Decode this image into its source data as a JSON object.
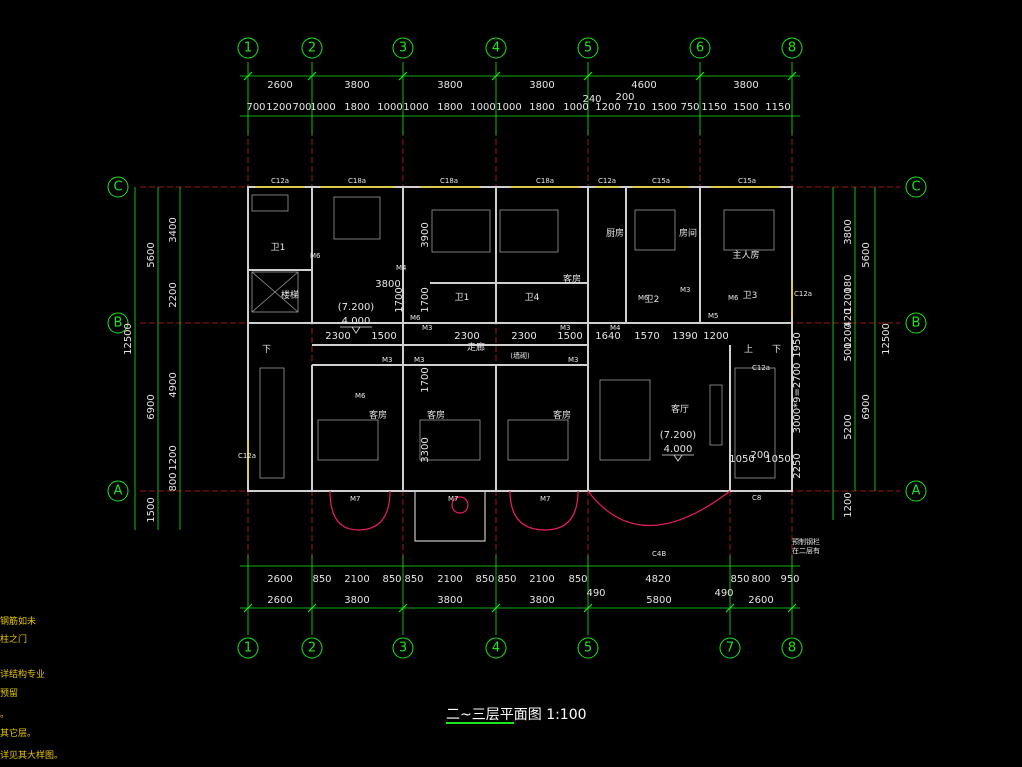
{
  "plan": {
    "title": "二~三层平面图",
    "scale": "1:100",
    "top_axes": [
      "1",
      "2",
      "3",
      "4",
      "5",
      "6",
      "8"
    ],
    "bottom_axes": [
      "1",
      "2",
      "3",
      "4",
      "5",
      "7",
      "8"
    ],
    "row_axes": [
      "C",
      "B",
      "A"
    ],
    "top_dims_main": [
      "2600",
      "3800",
      "3800",
      "3800",
      "4600",
      "3800"
    ],
    "top_dims_detail": [
      "700",
      "1200",
      "700",
      "1000",
      "1800",
      "1000",
      "1000",
      "1800",
      "1000",
      "1000",
      "1800",
      "1000",
      "1200",
      "710",
      "1500",
      "750",
      "1150",
      "1500",
      "1150"
    ],
    "top_dims_extra": [
      "240",
      "200"
    ],
    "bottom_dims_detail": [
      "2600",
      "850",
      "2100",
      "850",
      "850",
      "2100",
      "850",
      "850",
      "2100",
      "850",
      "4820",
      "850",
      "800",
      "950"
    ],
    "bottom_dims_main": [
      "2600",
      "3800",
      "3800",
      "3800",
      "5800",
      "2600"
    ],
    "bottom_dims_extra": [
      "490",
      "490"
    ],
    "left_dims_outer": [
      "12500"
    ],
    "left_dims_mid": [
      "5600",
      "6900",
      "1500"
    ],
    "left_dims_inner": [
      "3400",
      "2200",
      "4900",
      "1200",
      "800"
    ],
    "right_dims_outer": [
      "12500"
    ],
    "right_dims_mid": [
      "5600",
      "6900"
    ],
    "right_dims_inner": [
      "3800",
      "180",
      "1200",
      "420",
      "1200",
      "500",
      "1950",
      "5200",
      "1200"
    ],
    "right_dims_extra": [
      "3000*9=2700",
      "2250",
      "1050",
      "200",
      "1050"
    ],
    "room_labels": [
      "卫1",
      "楼梯",
      "客房",
      "卫1",
      "卫4",
      "厨房",
      "房间",
      "主人房",
      "卫2",
      "卫3",
      "走廊",
      "客房",
      "客房",
      "客房",
      "客厅"
    ],
    "walkway_note": "(墙砌)",
    "elev_left": {
      "level": "(7.200)",
      "value": "4.000"
    },
    "elev_right": {
      "level": "(7.200)",
      "value": "4.000"
    },
    "mid_dims": [
      "2300",
      "1500",
      "2300",
      "2300",
      "1500",
      "1640",
      "1570",
      "1390",
      "1200"
    ],
    "vert_mid_dims": [
      "3900",
      "1700",
      "3800",
      "1700",
      "3300",
      "1700"
    ],
    "door_tags": [
      "M4",
      "M3",
      "M3",
      "M3",
      "M3",
      "M3",
      "M3",
      "M4",
      "M5",
      "M6",
      "M6",
      "M6",
      "M6",
      "M6",
      "M7",
      "M7",
      "M7"
    ],
    "window_tags": [
      "C12a",
      "C18a",
      "C18a",
      "C18a",
      "C12a",
      "C15a",
      "C15a",
      "C12a",
      "C12a",
      "C12a",
      "C4B",
      "C8"
    ],
    "stair_labels": [
      "下",
      "上",
      "下"
    ],
    "side_note": [
      "预制钢栏",
      "在二层有"
    ],
    "left_notes": [
      "钢筋如未",
      "柱之门",
      "详结构专业",
      "预留",
      "。",
      "其它层。",
      "详见其大样图。"
    ]
  }
}
